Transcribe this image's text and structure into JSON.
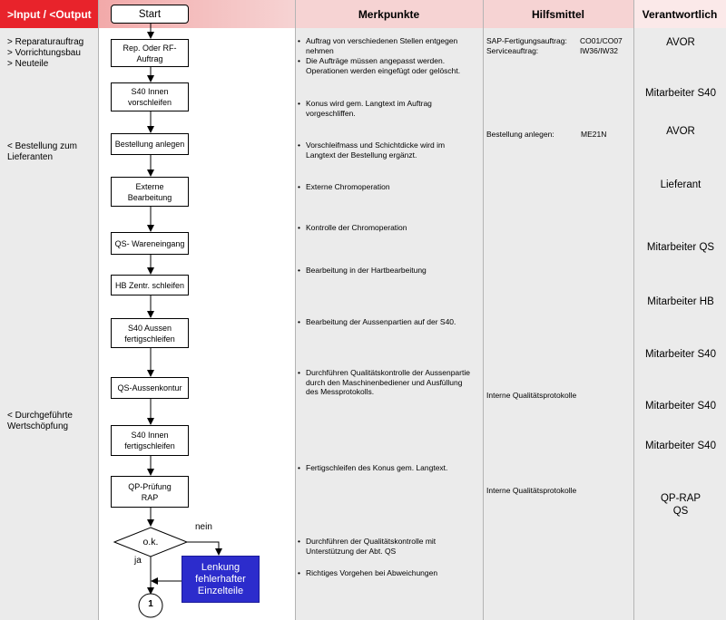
{
  "colors": {
    "header_red": "#e8232b",
    "header_pink": "#f6d3d3",
    "column_gray": "#ebebeb",
    "blue_box": "#2c2ccc"
  },
  "headers": {
    "input_output": ">Input / <Output",
    "start": "Start",
    "merkpunkte": "Merkpunkte",
    "hilfsmittel": "Hilfsmittel",
    "verantwortlich": "Verantwortlich"
  },
  "inputs": [
    "> Reparaturauftrag\n> Vorrichtungsbau\n> Neuteile",
    "< Bestellung zum\n    Lieferanten",
    "< Durchgeführte\n    Wertschöpfung"
  ],
  "steps": [
    "Rep. Oder RF-\nAuftrag",
    "S40 Innen\nvorschleifen",
    "Bestellung anlegen",
    "Externe\nBearbeitung",
    "QS- Wareneingang",
    "HB Zentr. schleifen",
    "S40 Aussen\nfertigschleifen",
    "QS-Aussenkontur",
    "S40 Innen\nfertigschleifen",
    "QP-Prüfung\nRAP"
  ],
  "decision": {
    "label": "o.k.",
    "no": "nein",
    "yes": "ja"
  },
  "error_box": "Lenkung\nfehlerhafter\nEinzelteile",
  "connector": "1",
  "merkpunkte": [
    "Auftrag von verschiedenen Stellen entgegen nehmen",
    "Die Aufträge müssen angepasst werden. Operationen werden eingefügt oder gelöscht.",
    "Konus wird gem. Langtext im Auftrag vorgeschliffen.",
    "Vorschleifmass und Schichtdicke wird im Langtext der Bestellung ergänzt.",
    "Externe Chromoperation",
    "Kontrolle der Chromoperation",
    "Bearbeitung in der Hartbearbeitung",
    "Bearbeitung der Aussenpartien auf der S40.",
    "Durchführen Qualitätskontrolle der Aussenpartie durch den Maschinenbediener und Ausfüllung des Messprotokolls.",
    "Fertigschleifen des Konus gem. Langtext.",
    "Durchführen der Qualitätskontrolle mit Unterstützung der Abt. QS",
    "Richtiges Vorgehen bei Abweichungen"
  ],
  "hilfsmittel": {
    "sap_label": "SAP-Fertigungsauftrag:",
    "sap_value": "CO01/CO07",
    "service_label": "Serviceauftrag:",
    "service_value": "IW36/IW32",
    "bestellung_label": "Bestellung anlegen:",
    "bestellung_value": "ME21N",
    "qp1": "Interne Qualitätsprotokolle",
    "qp2": "Interne Qualitätsprotokolle"
  },
  "verantwortlich": [
    "AVOR",
    "Mitarbeiter S40",
    "AVOR",
    "Lieferant",
    "Mitarbeiter QS",
    "Mitarbeiter HB",
    "Mitarbeiter S40",
    "Mitarbeiter S40",
    "Mitarbeiter S40",
    "QP-RAP\nQS"
  ]
}
